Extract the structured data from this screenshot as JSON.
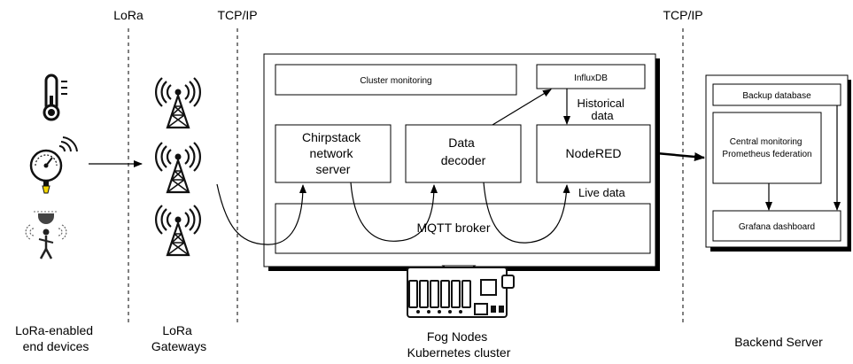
{
  "protocols": {
    "lora": "LoRa",
    "tcp_left": "TCP/IP",
    "tcp_right": "TCP/IP"
  },
  "fog": {
    "cluster_monitoring": "Cluster monitoring",
    "influxdb": "InfluxDB",
    "historical_line1": "Historical",
    "historical_line2": "data",
    "chirpstack_line1": "Chirpstack",
    "chirpstack_line2": "network",
    "chirpstack_line3": "server",
    "decoder_line1": "Data",
    "decoder_line2": "decoder",
    "nodered": "NodeRED",
    "live_data": "Live data",
    "mqtt": "MQTT broker"
  },
  "backend": {
    "backup": "Backup database",
    "central_line1": "Central monitoring",
    "central_line2": "Prometheus federation",
    "grafana": "Grafana dashboard"
  },
  "captions": {
    "devices_line1": "LoRa-enabled",
    "devices_line2": "end devices",
    "gateways_line1": "LoRa",
    "gateways_line2": "Gateways",
    "fog_line1": "Fog Nodes",
    "fog_line2": "Kubernetes cluster",
    "backend": "Backend Server"
  },
  "icons": [
    "thermometer-icon",
    "pressure-gauge-icon",
    "motion-sensor-icon",
    "antenna-tower-icon",
    "raspberry-pi-icon"
  ]
}
